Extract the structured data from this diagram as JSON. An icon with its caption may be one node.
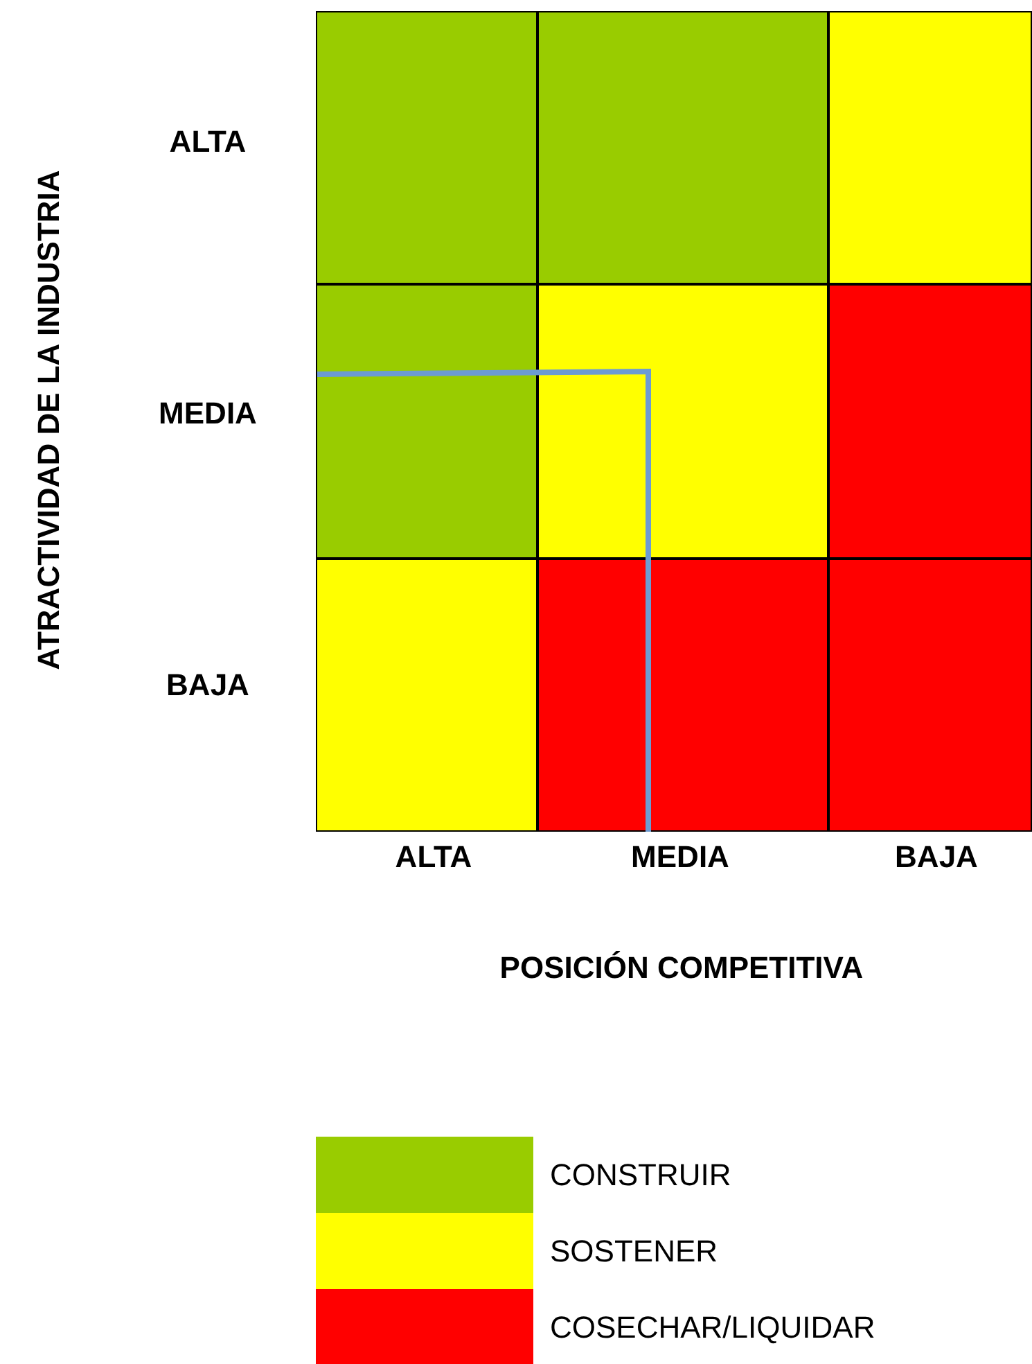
{
  "diagram": {
    "labels": [
      "ATRACTIVIDAD DE LA INDUSTRIA",
      "ALTA",
      "MEDIA",
      "BAJA",
      "ALTA",
      "MEDIA",
      "BAJA",
      "POSICIÓN COMPETITIVA"
    ],
    "legend": [
      {
        "text": "CONSTRUIR",
        "color": "#99cc00"
      },
      {
        "text": "SOSTENER",
        "color": "#ffff00"
      },
      {
        "text": "COSECHAR/LIQUIDAR",
        "color": "#ff0000"
      }
    ]
  }
}
